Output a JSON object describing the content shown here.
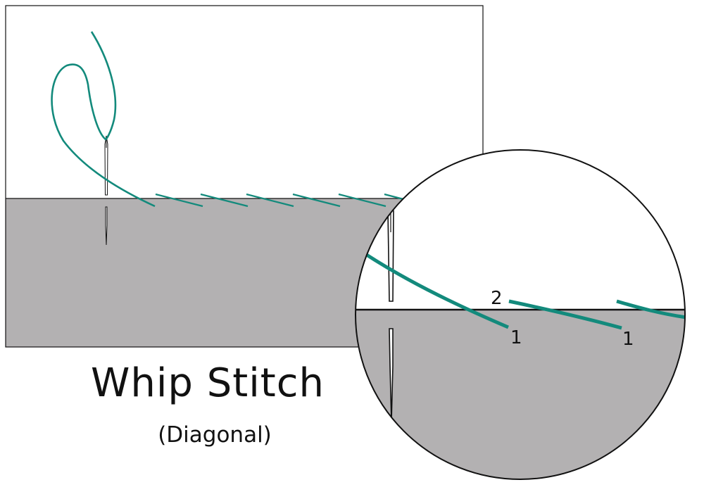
{
  "diagram": {
    "title": "Whip Stitch",
    "subtitle": "(Diagonal)",
    "zoom_labels": {
      "point_a": "2",
      "point_b": "1",
      "point_c": "1"
    }
  },
  "colors": {
    "thread": "#138a7c",
    "fabric": "#b3b1b2",
    "outline": "#111111",
    "background": "#ffffff"
  }
}
